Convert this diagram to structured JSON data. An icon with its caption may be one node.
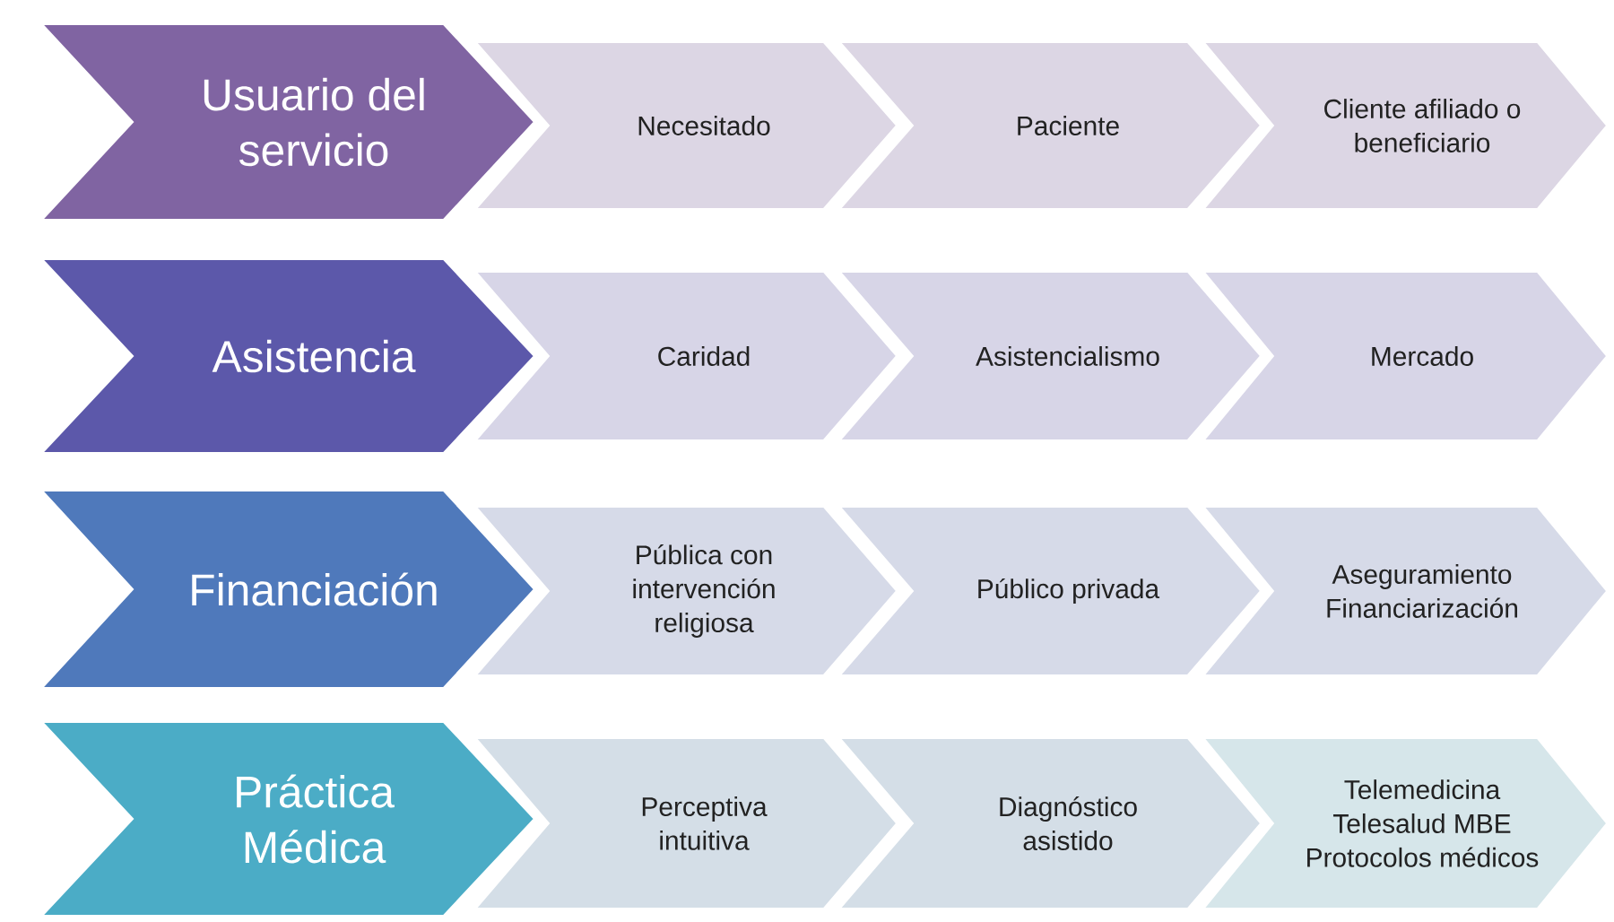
{
  "diagram": {
    "nodes": [
      {
        "text": [
          "Usuario del servicio"
        ]
      },
      {
        "text": [
          "Necesitado"
        ]
      },
      {
        "text": [
          "Paciente"
        ]
      },
      {
        "text": [
          "Cliente afiliado o beneficiario"
        ]
      },
      {
        "text": [
          "Asistencia"
        ]
      },
      {
        "text": [
          "Caridad"
        ]
      },
      {
        "text": [
          "Asistencialismo"
        ]
      },
      {
        "text": [
          "Mercado"
        ]
      },
      {
        "text": [
          "Financiación"
        ]
      },
      {
        "text": [
          "Pública con intervención religiosa"
        ]
      },
      {
        "text": [
          "Público privada"
        ]
      },
      {
        "text": [
          "Aseguramiento Financiarización"
        ]
      },
      {
        "text": [
          "Práctica Médica"
        ]
      },
      {
        "text": [
          "Perceptiva intuitiva"
        ]
      },
      {
        "text": [
          "Diagnóstico asistido"
        ]
      },
      {
        "text": [
          "Telemedicina Telesalud MBE Protocolos médicos"
        ]
      }
    ]
  }
}
